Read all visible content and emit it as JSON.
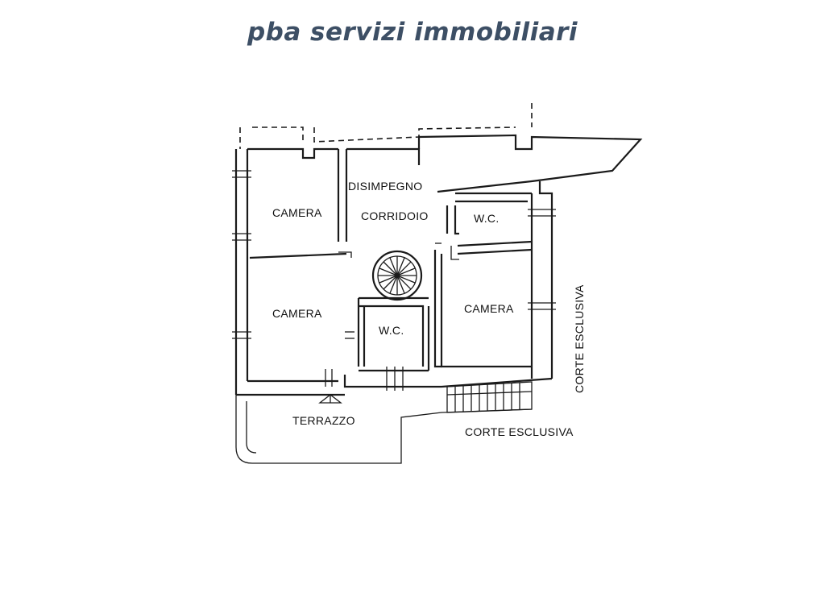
{
  "header": {
    "brand": "pba servizi immobiliari",
    "brand_color": "#3d4f65"
  },
  "floorplan": {
    "rooms": {
      "camera_top_left": "CAMERA",
      "disimpegno": "DISIMPEGNO",
      "corridoio": "CORRIDOIO",
      "wc_top_right": "W.C.",
      "camera_mid_left": "CAMERA",
      "wc_center": "W.C.",
      "camera_right": "CAMERA",
      "terrazzo": "TERRAZZO"
    },
    "outside": {
      "corte_vertical": "CORTE ESCLUSIVA",
      "corte_horizontal": "CORTE ESCLUSIVA"
    }
  }
}
